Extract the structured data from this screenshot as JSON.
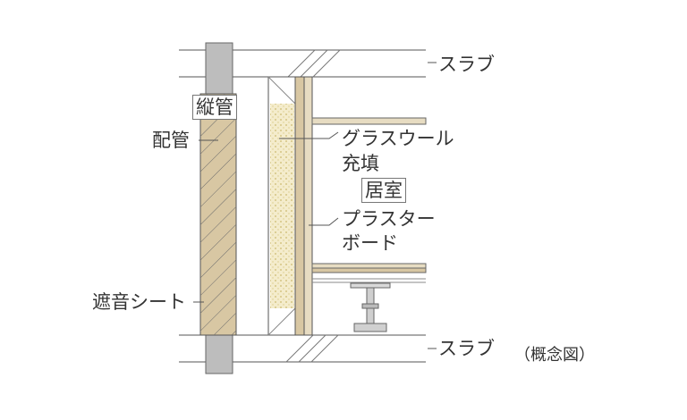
{
  "labels": {
    "slab_top": "スラブ",
    "slab_bottom": "スラブ",
    "vertical_pipe": "縦管",
    "piping": "配管",
    "glass_wool_line1": "グラスウール",
    "glass_wool_line2": "充填",
    "living_room": "居室",
    "plasterboard_line1": "プラスター",
    "plasterboard_line2": "ボード",
    "sound_sheet": "遮音シート",
    "caption": "（概念図）"
  },
  "colors": {
    "line": "#555555",
    "pipe": "#bdbdbd",
    "wood": "#d8c7a3",
    "glass_wool": "#f4eccc",
    "glass_wool_dots": "#d2c27c",
    "floor_board": "#e7dcc2"
  }
}
